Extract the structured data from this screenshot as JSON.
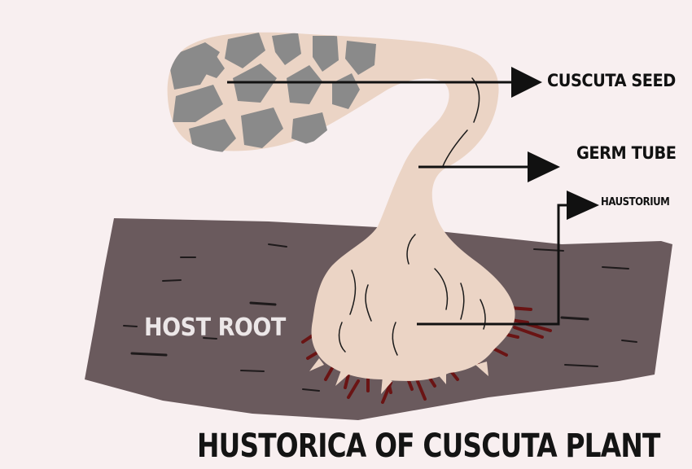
{
  "labels": {
    "seed": "CUSCUTA SEED",
    "germ_tube": "GERM TUBE",
    "haustorium": "HAUSTORIUM",
    "host_root": "HOST ROOT"
  },
  "title": "HUSTORICA OF CUSCUTA PLANT",
  "colors": {
    "background": "#f8eff0",
    "host_root": "#6a5a5d",
    "plant_tissue": "#ebd4c5",
    "seed_pattern": "#8a8a8a",
    "haustoria_fibers": "#6a1414",
    "arrow": "#111111"
  }
}
